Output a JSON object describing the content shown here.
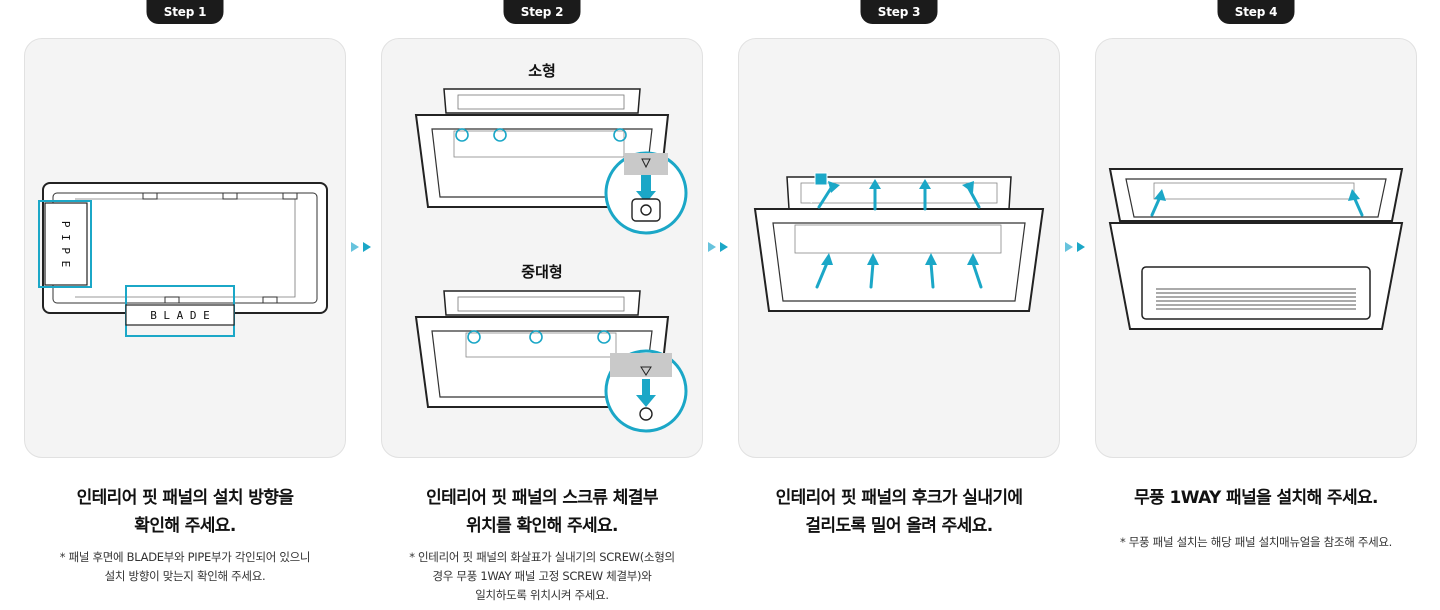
{
  "steps": [
    {
      "label": "Step 1",
      "title_lines": [
        "인테리어 핏 패널의 설치 방향을",
        "확인해 주세요."
      ],
      "note_lines": [
        "* 패널 후면에 BLADE부와 PIPE부가 각인되어 있으니",
        "설치 방향이 맞는지 확인해 주세요."
      ],
      "diagram_labels": {
        "pipe": "P I P E",
        "blade": "B L A D E"
      }
    },
    {
      "label": "Step 2",
      "title_lines": [
        "인테리어 핏 패널의 스크류 체결부",
        "위치를 확인해 주세요."
      ],
      "note_lines": [
        "* 인테리어 핏 패널의 화살표가 실내기의 SCREW(소형의",
        "경우 무풍 1WAY 패널 고정 SCREW 체결부)와",
        "일치하도록 위치시켜 주세요."
      ],
      "diagram_labels": {
        "small": "소형",
        "medium_large": "중대형"
      }
    },
    {
      "label": "Step 3",
      "title_lines": [
        "인테리어 핏 패널의 후크가 실내기에",
        "걸리도록 밀어 올려 주세요."
      ],
      "note_lines": []
    },
    {
      "label": "Step 4",
      "title_lines": [
        "무풍 1WAY 패널을 설치해 주세요."
      ],
      "note_lines": [
        "* 무풍 패널 설치는 해당 패널 설치매뉴얼을 참조해 주세요."
      ]
    }
  ],
  "colors": {
    "accent": "#1ba7c7",
    "pill": "#1b1b1b",
    "card_bg": "#f4f4f4"
  },
  "icons": {
    "step_separator": "double-chevron-right-icon"
  }
}
